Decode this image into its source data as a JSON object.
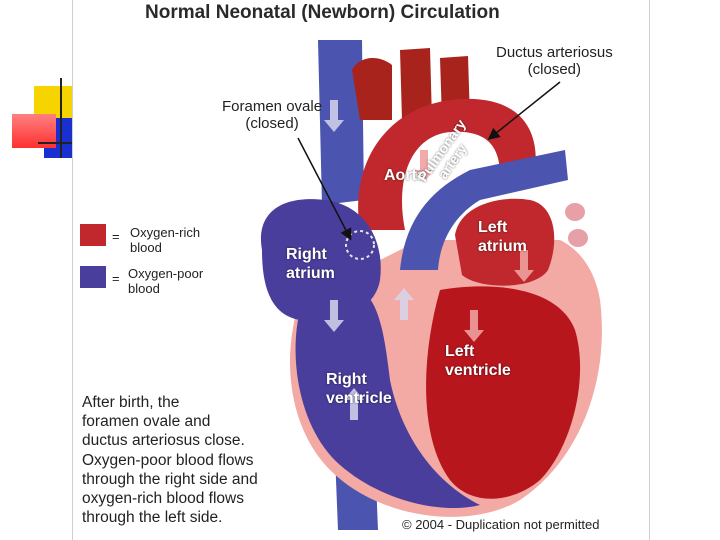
{
  "title": "Normal Neonatal (Newborn) Circulation",
  "callouts": {
    "ductus_line1": "Ductus arteriosus",
    "ductus_line2": "(closed)",
    "foramen_line1": "Foramen ovale",
    "foramen_line2": "(closed)"
  },
  "chambers": {
    "aorta": "Aorta",
    "pulmonary_line1": "Pulmonary",
    "pulmonary_line2": "artery",
    "right_atrium_line1": "Right",
    "right_atrium_line2": "atrium",
    "left_atrium_line1": "Left",
    "left_atrium_line2": "atrium",
    "right_ventricle_line1": "Right",
    "right_ventricle_line2": "ventricle",
    "left_ventricle_line1": "Left",
    "left_ventricle_line2": "ventricle"
  },
  "legend": {
    "equals": "=",
    "oxygen_rich_line1": "Oxygen-rich",
    "oxygen_rich_line2": "blood",
    "oxygen_poor_line1": "Oxygen-poor",
    "oxygen_poor_line2": "blood",
    "oxygen_rich_color": "#c0282d",
    "oxygen_poor_color": "#4a3e9c"
  },
  "caption": [
    "After birth, the",
    "foramen ovale and",
    "ductus arteriosus close.",
    "Oxygen-poor blood flows",
    "through the right side and",
    "oxygen-rich blood flows",
    "through the left side."
  ],
  "copyright": "© 2004 - Duplication not permitted"
}
